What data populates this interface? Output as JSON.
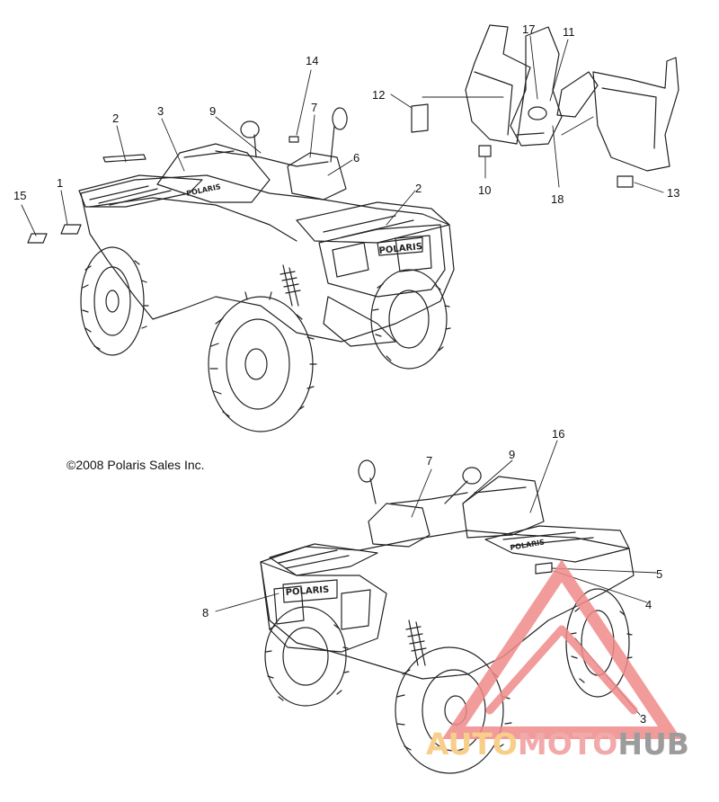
{
  "copyright": "©2008 Polaris Sales Inc.",
  "watermark": {
    "part1": "AUTO",
    "part2": "MOTO",
    "part3": "HUB",
    "color1": "#f7cf8a",
    "color2": "#f2a9a9",
    "color3": "#9c9c9c"
  },
  "brand_text": "POLARIS",
  "callouts": {
    "c1": "1",
    "c2a": "2",
    "c2b": "2",
    "c3a": "3",
    "c9a": "9",
    "c14": "14",
    "c7a": "7",
    "c6": "6",
    "c15": "15",
    "c12": "12",
    "c17": "17",
    "c11": "11",
    "c10": "10",
    "c18": "18",
    "c13": "13",
    "c16": "16",
    "c7b": "7",
    "c9b": "9",
    "c5": "5",
    "c4": "4",
    "c8": "8",
    "c3b": "3"
  }
}
